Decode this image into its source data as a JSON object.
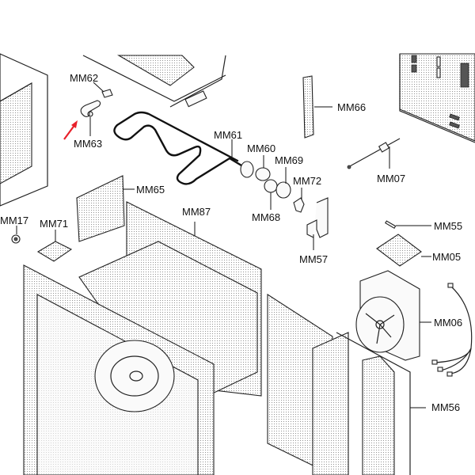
{
  "diagram": {
    "type": "exploded-parts-view",
    "subject": "microwave oven assembly",
    "pointer_color": "#e8202a",
    "labels": {
      "mm62": "MM62",
      "mm63": "MM63",
      "mm61": "MM61",
      "mm60": "MM60",
      "mm69": "MM69",
      "mm72": "MM72",
      "mm68": "MM68",
      "mm66": "MM66",
      "mm07": "MM07",
      "mm65": "MM65",
      "mm87": "MM87",
      "mm17": "MM17",
      "mm71": "MM71",
      "mm57": "MM57",
      "mm55": "MM55",
      "mm05": "MM05",
      "mm06": "MM06",
      "mm56": "MM56"
    },
    "highlighted_part": "MM63"
  }
}
